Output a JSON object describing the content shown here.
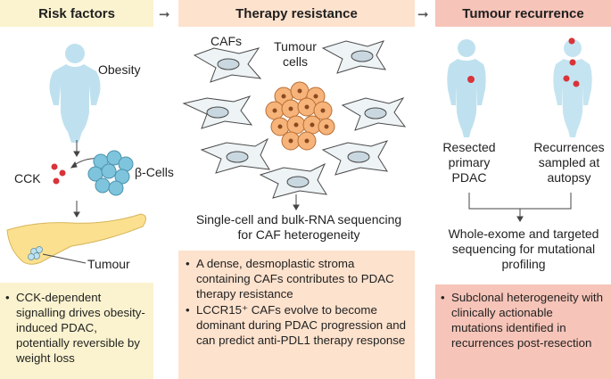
{
  "headers": {
    "risk_factors": "Risk factors",
    "therapy_resistance": "Therapy resistance",
    "tumour_recurrence": "Tumour recurrence"
  },
  "risk": {
    "obesity": "Obesity",
    "cck": "CCK",
    "beta_cells": "β-Cells",
    "tumour": "Tumour",
    "note": "CCK-dependent signalling drives obesity-induced PDAC, potentially reversible by weight loss"
  },
  "therapy": {
    "cafs": "CAFs",
    "tumour_cells": "Tumour cells",
    "sequencing": "Single-cell and bulk-RNA sequencing for CAF heterogeneity",
    "bullets": [
      "A dense, desmoplastic stroma containing CAFs contributes to PDAC therapy resistance",
      "LCCR15⁺ CAFs evolve to become dominant during PDAC progression and can predict anti-PDL1 therapy response"
    ]
  },
  "recurrence": {
    "resected": "Resected primary PDAC",
    "recurrences": "Recurrences sampled at autopsy",
    "sequencing": "Whole-exome and targeted sequencing for mutational profiling",
    "bullet": "Subclonal heterogeneity with clinically actionable mutations identified in recurrences post-resection"
  },
  "colors": {
    "risk_bg": "#fbf3cf",
    "therapy_bg": "#fde2cd",
    "recurrence_bg": "#f6c4b8",
    "body_blue": "#bfe1ef",
    "beta_cell": "#7ec4dc",
    "cck_red": "#d8343a",
    "tumour_cell": "#f6b37a",
    "pancreas": "#fbe08f"
  }
}
